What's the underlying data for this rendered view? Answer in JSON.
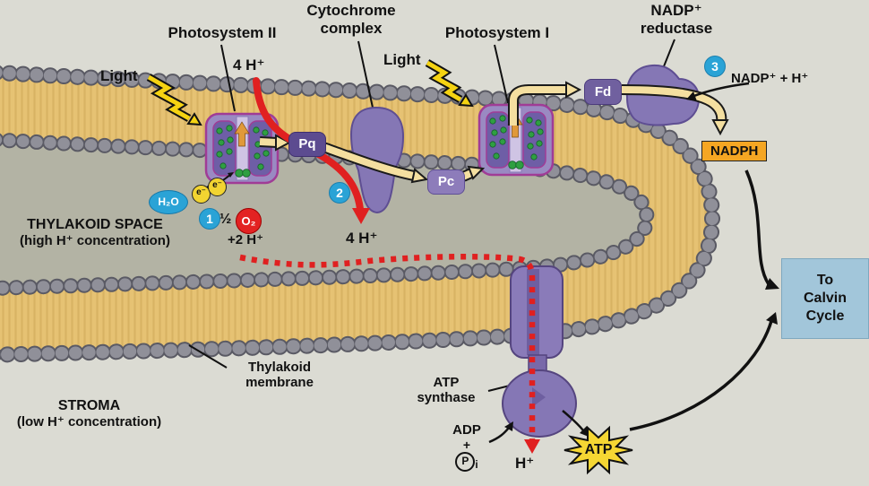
{
  "labels": {
    "photosystem2": "Photosystem II",
    "cytochrome_complex": "Cytochrome complex",
    "photosystem1": "Photosystem I",
    "nadp_reductase": "NADP⁺ reductase",
    "light_left": "Light",
    "light_right": "Light",
    "four_h_top": "4 H⁺",
    "four_h_lumen": "4 H⁺",
    "nadp_plus_h": "NADP⁺ + H⁺",
    "nadph": "NADPH",
    "pq": "Pq",
    "pc": "Pc",
    "fd": "Fd",
    "h2o": "H₂O",
    "electron1": "e⁻",
    "electron2": "e⁻",
    "step1": "1",
    "step2": "2",
    "step3": "3",
    "half": "½",
    "o2": "O₂",
    "plus_2h": "+2 H⁺",
    "thylakoid_space": "THYLAKOID SPACE",
    "thylakoid_space_sub": "(high H⁺ concentration)",
    "thylakoid_membrane": "Thylakoid membrane",
    "stroma": "STROMA",
    "stroma_sub": "(low H⁺ concentration)",
    "atp_synthase": "ATP synthase",
    "adp": "ADP",
    "plus": "+",
    "p": "P",
    "p_sub": "i",
    "h_plus_bottom": "H⁺",
    "atp": "ATP",
    "calvin": "To Calvin Cycle"
  },
  "colors": {
    "stroma_bg": "#dbdbd3",
    "thylakoid_space": "#b3b3a4",
    "membrane_gold": "#e6c273",
    "bead_gray": "#90909a",
    "protein_purple": "#8577b5",
    "accent_magenta": "#a03c96",
    "electron_arrow_yellow": "#f4dfa0",
    "proton_red": "#e02020",
    "light_yellow": "#f5d312",
    "atp_star": "#f6d733",
    "nadph_orange": "#f5a623",
    "calvin_blue": "#a2c6da",
    "step_badge_blue": "#2aa3d6"
  }
}
